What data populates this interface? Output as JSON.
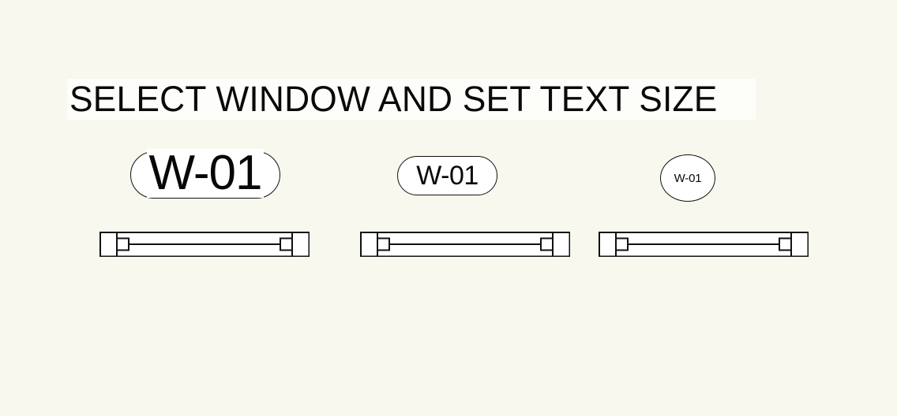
{
  "background_color": "#f9f8ef",
  "ink_color": "#111111",
  "title": {
    "text": "SELECT WINDOW AND SET TEXT SIZE",
    "highlight_color": "#fdfdfa"
  },
  "columns": [
    {
      "tag_label": "W-01",
      "tag_shape": "pill",
      "text_size": "large",
      "symbol_name": "window-plan-symbol"
    },
    {
      "tag_label": "W-01",
      "tag_shape": "pill",
      "text_size": "medium",
      "symbol_name": "window-plan-symbol"
    },
    {
      "tag_label": "W-01",
      "tag_shape": "circle",
      "text_size": "small",
      "symbol_name": "window-plan-symbol"
    }
  ]
}
